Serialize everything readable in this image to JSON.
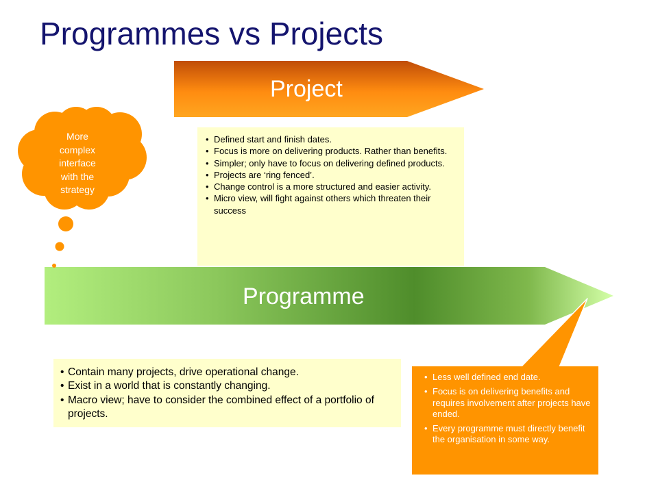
{
  "slide": {
    "title": "Programmes vs Projects"
  },
  "colors": {
    "title": "#14146e",
    "project_arrow_dark": "#c8570a",
    "project_arrow_light": "#ffa620",
    "programme_arrow_dark": "#4f8d2b",
    "programme_arrow_light": "#d4ffa8",
    "note_fill": "#ffffcc",
    "callout_fill": "#ff9400"
  },
  "project": {
    "label": "Project",
    "bullets": [
      "Defined start and finish dates.",
      "Focus is more on delivering products. Rather than benefits.",
      "Simpler; only have to focus on delivering defined products.",
      "Projects are ‘ring fenced’.",
      "Change control is a more structured and easier activity.",
      "Micro view, will fight against others which threaten their success"
    ]
  },
  "thought": {
    "text": "More complex interface with the strategy"
  },
  "programme": {
    "label": "Programme",
    "bullets": [
      "Contain many projects, drive operational change.",
      "Exist in a world that is constantly changing.",
      "Macro view; have to consider the combined effect of a portfolio of projects."
    ]
  },
  "callout": {
    "bullets": [
      "Less well defined end date.",
      "Focus is on delivering benefits and requires involvement after projects have ended.",
      "Every programme must directly benefit the organisation in some way."
    ]
  }
}
